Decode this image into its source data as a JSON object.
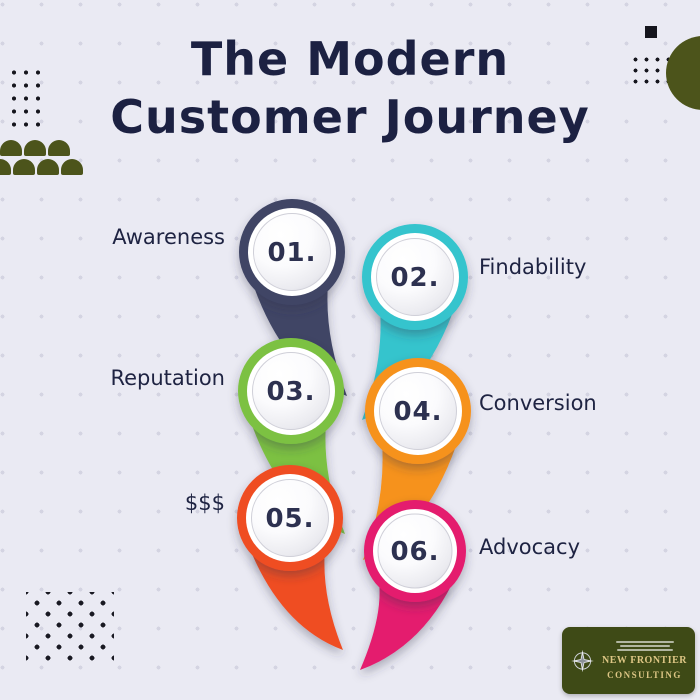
{
  "title": {
    "line1": "The Modern",
    "line2": "Customer Journey"
  },
  "stages": [
    {
      "number": "01.",
      "label": "Awareness",
      "color": "#3f4565"
    },
    {
      "number": "02.",
      "label": "Findability",
      "color": "#35c4cd"
    },
    {
      "number": "03.",
      "label": "Reputation",
      "color": "#7cc142"
    },
    {
      "number": "04.",
      "label": "Conversion",
      "color": "#f6921e"
    },
    {
      "number": "05.",
      "label": "$$$",
      "color": "#ef4e23"
    },
    {
      "number": "06.",
      "label": "Advocacy",
      "color": "#e41a6e"
    }
  ],
  "logo": {
    "line1": "NEW FRONTIER",
    "line2": "CONSULTING"
  },
  "colors": {
    "background": "#eaeaf3",
    "grid_dot": "#d4d4e2",
    "title_text": "#1c2142",
    "label_text": "#1e2342",
    "number_text": "#2d3150",
    "olive_accent": "#4c541b",
    "logo_background": "#3e4a16",
    "logo_gold": "#ddc685"
  }
}
